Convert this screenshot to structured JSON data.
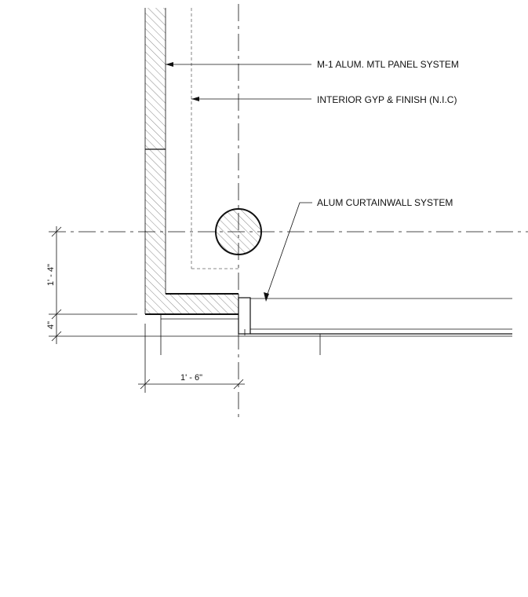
{
  "labels": {
    "panel_system": "M-1 ALUM. MTL PANEL SYSTEM",
    "interior_finish": "INTERIOR GYP & FINISH (N.I.C)",
    "curtainwall": "ALUM CURTAINWALL SYSTEM"
  },
  "dimensions": {
    "vertical_upper": "1' - 4\"",
    "vertical_lower": "4\"",
    "horizontal": "1' - 6\""
  }
}
